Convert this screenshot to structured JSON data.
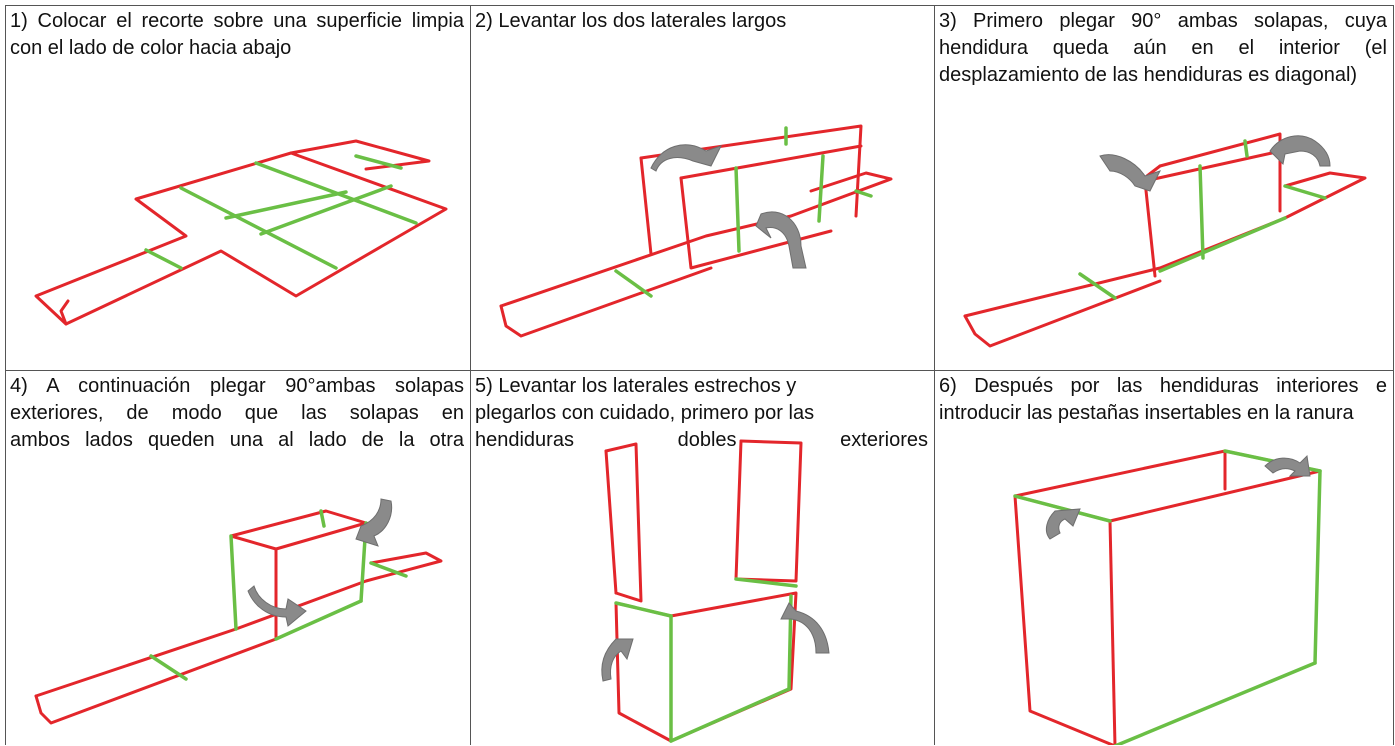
{
  "steps": [
    {
      "number": 1,
      "text": "1) Colocar el recorte sobre una superficie limpia con el lado de color hacia abajo"
    },
    {
      "number": 2,
      "text": "2) Levantar los dos laterales largos"
    },
    {
      "number": 3,
      "text": "3) Primero plegar 90° ambas solapas, cuya hendidura queda aún en el interior (el desplazamiento de las hendiduras es diagonal)"
    },
    {
      "number": 4,
      "text": "4) A continuación plegar 90°ambas solapas exteriores, de modo que las solapas en ambos lados queden una al lado de la otra"
    },
    {
      "number": 5,
      "text": "5) Levantar los laterales estrechos y plegarlos con cuidado, primero por las hendiduras dobles exteriores"
    },
    {
      "number": 6,
      "text": "6) Después por las hendiduras interiores e introducir las pestañas insertables en la ranura"
    }
  ],
  "colors": {
    "cut_line": "#e3262b",
    "fold_line": "#6abf45",
    "arrow": "#8a8a8a"
  },
  "icons": [
    "fold-arrow-icon"
  ]
}
